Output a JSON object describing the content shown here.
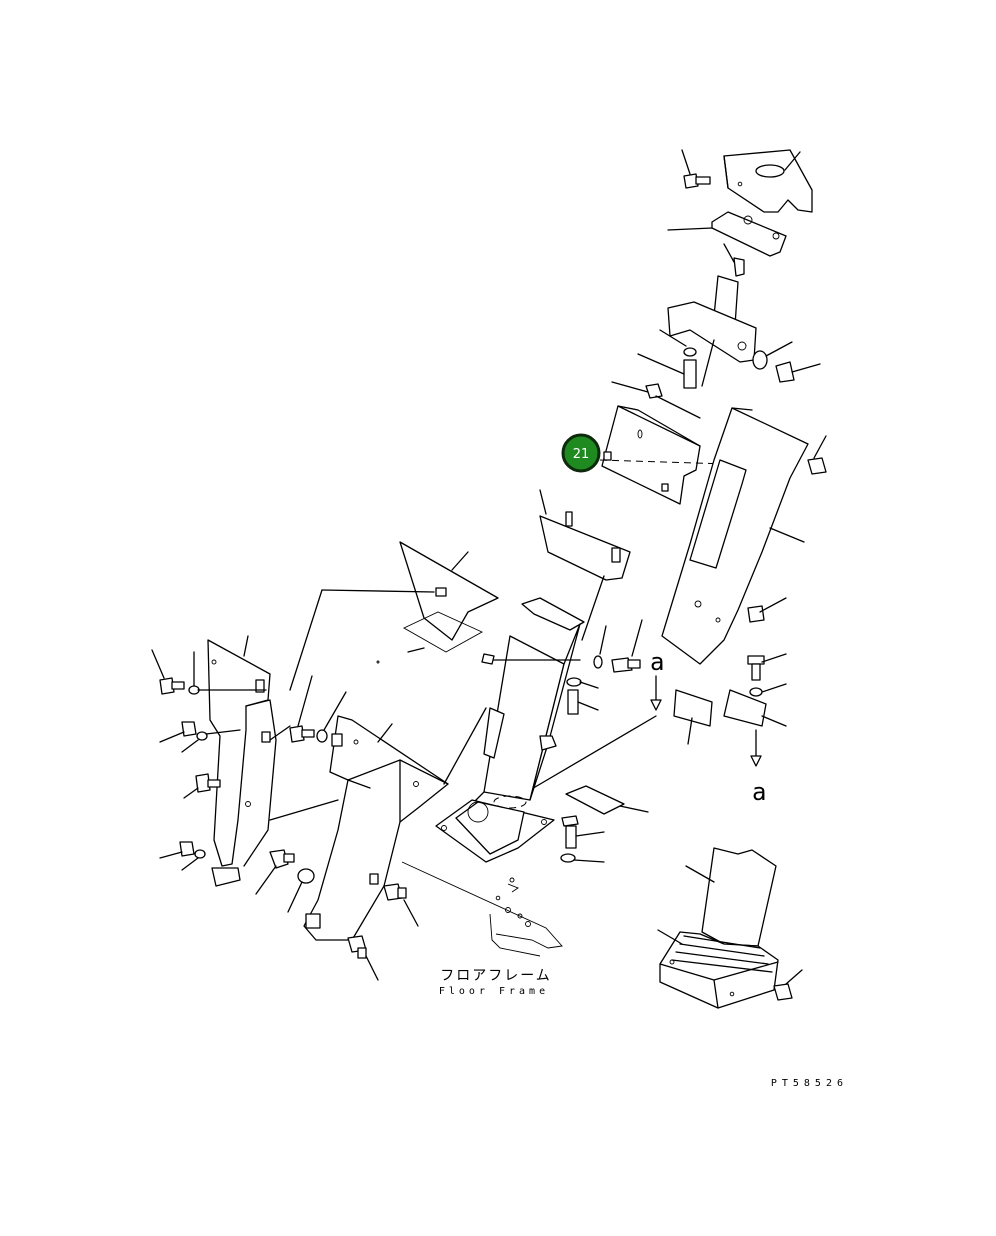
{
  "callout": {
    "number": "21",
    "color": "#1f8a1f"
  },
  "labels": {
    "floor_frame_jp": "フロアフレーム",
    "floor_frame_en": "Floor Frame",
    "ref_a_1": "a",
    "ref_a_2": "a",
    "drawing_id": "PT58526"
  }
}
